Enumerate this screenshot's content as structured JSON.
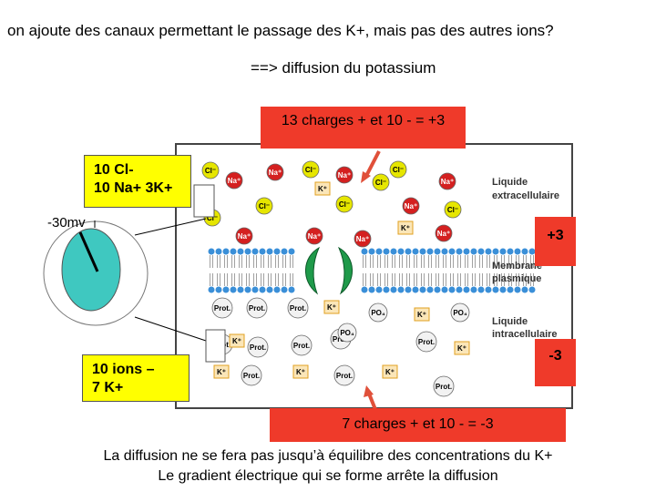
{
  "title": "on ajoute des canaux permettant le passage des K+, mais pas des autres ions?",
  "subtitle": "==> diffusion du potassium",
  "top_charge_box": "13 charges + et 10 - = +3",
  "bottom_charge_box": "7 charges + et 10 -  = -3",
  "outside_count": {
    "line1": "10 Cl-",
    "line2": "10 Na+ 3K+"
  },
  "inside_count": {
    "line1": "10 ions –",
    "line2": " 7 K+"
  },
  "voltmeter_reading": "-30mv",
  "right_top_badge": "+3",
  "right_bottom_badge": "-3",
  "region_labels": {
    "extracellular_1": "Liquide",
    "extracellular_2": "extracellulaire",
    "membrane_1": "Membrane",
    "membrane_2": "plasmique",
    "intracellular_1": "Liquide",
    "intracellular_2": "intracellulaire"
  },
  "ion_text": {
    "cl": "Cl⁻",
    "na": "Na⁺",
    "k": "K⁺",
    "prot": "Prot.",
    "po4": "PO₄"
  },
  "conclusion_line1": "La diffusion ne se fera pas jusqu’à équilibre des concentrations du K+",
  "conclusion_line2": "Le gradient électrique qui se forme arrête la diffusion",
  "colors": {
    "red_box": "#ef3a2a",
    "yellow_box": "#ffff00",
    "cell": "#3fc8c0",
    "membrane_head": "#3a8fd8",
    "channel": "#1f9a4a",
    "cl_ion": "#e6e600",
    "na_ion": "#d42020",
    "k_ion": "#e0a020"
  }
}
